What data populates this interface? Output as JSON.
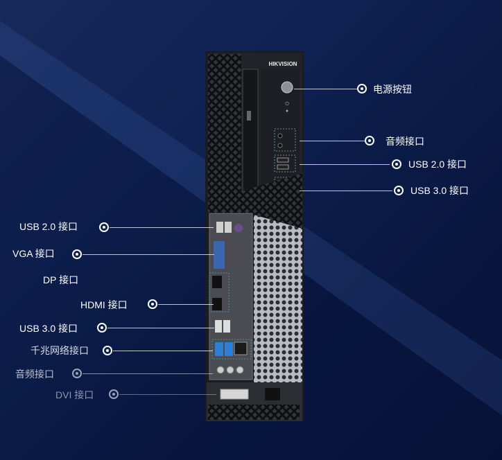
{
  "brand": {
    "logo_text": "HIKVISION"
  },
  "labels": {
    "power_button": "电源按钮",
    "front_audio": "音频接口",
    "front_usb2": "USB 2.0 接口",
    "front_usb3": "USB 3.0 接口",
    "rear_usb2": "USB 2.0 接口",
    "vga": "VGA 接口",
    "dp": "DP 接口",
    "hdmi": "HDMI  接口",
    "rear_usb3": "USB 3.0 接口",
    "gigabit_lan": "千兆网络接口",
    "rear_audio": "音频接口",
    "dvi": "DVI 接口"
  },
  "colors": {
    "background": "#0d1f4a",
    "callout": "#ffffff",
    "case": "#1c1c1e",
    "port_blue": "#2d7fd6"
  },
  "icons": [
    "power-icon",
    "callout-dot-icon"
  ]
}
